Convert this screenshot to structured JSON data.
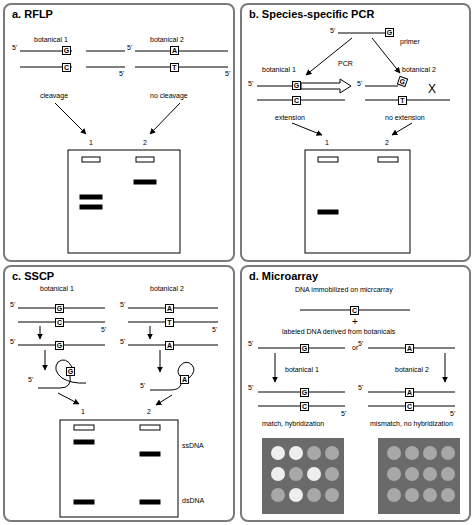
{
  "diagram": {
    "nodes": [
      {
        "text": [
          "a. RFLP"
        ]
      },
      {
        "text": [
          "G"
        ],
        "in": 0
      },
      {
        "text": [
          "C"
        ],
        "in": 0
      },
      {
        "text": [
          "A"
        ],
        "in": 0
      },
      {
        "text": [
          "T"
        ],
        "in": 0
      },
      {
        "text": [
          "b. Species-specific PCR"
        ]
      },
      {
        "text": [
          "G"
        ],
        "in": 5
      },
      {
        "text": [
          "G"
        ],
        "in": 5
      },
      {
        "text": [
          "C"
        ],
        "in": 5
      },
      {
        "text": [
          "G"
        ],
        "in": 5
      },
      {
        "text": [
          "T"
        ],
        "in": 5
      },
      {
        "text": [
          "c. SSCP"
        ]
      },
      {
        "text": [
          "G"
        ],
        "in": 11
      },
      {
        "text": [
          "C"
        ],
        "in": 11
      },
      {
        "text": [
          "A"
        ],
        "in": 11
      },
      {
        "text": [
          "T"
        ],
        "in": 11
      },
      {
        "text": [
          "G"
        ],
        "in": 11
      },
      {
        "text": [
          "A"
        ],
        "in": 11
      },
      {
        "text": [
          "G"
        ],
        "in": 11
      },
      {
        "text": [
          "A"
        ],
        "in": 11
      },
      {
        "text": [
          "d. Microarray"
        ]
      },
      {
        "text": [
          "C"
        ],
        "in": 20
      },
      {
        "text": [
          "G"
        ],
        "in": 20
      },
      {
        "text": [
          "A"
        ],
        "in": 20
      },
      {
        "text": [
          "G"
        ],
        "in": 20
      },
      {
        "text": [
          "C"
        ],
        "in": 20
      },
      {
        "text": [
          "A"
        ],
        "in": 20
      },
      {
        "text": [
          "C"
        ],
        "in": 20
      }
    ],
    "labels": [
      "botanical 1",
      "botanical 2",
      "5'",
      "5'",
      "5'",
      "5'",
      "cleavage",
      "no cleavage",
      "1",
      "2",
      "5'",
      "primer",
      "PCR",
      "botanical 1",
      "botanical 2",
      "5'",
      "5'",
      "X",
      "extension",
      "no extension",
      "1",
      "2",
      "botanical 1",
      "botanical 2",
      "5'",
      "5'",
      "5'",
      "5'",
      "5'",
      "5'",
      "5'",
      "5'",
      "1",
      "2",
      "ssDNA",
      "dsDNA",
      "DNA immobilized on micrcarray",
      "+",
      "labeled DNA derived from botanicals",
      "5'",
      "or",
      "5'",
      "botanical 1",
      "botanical 2",
      "5'",
      "5'",
      "5'",
      "5'",
      "match, hybridization",
      "mismatch, no hybridization"
    ]
  }
}
